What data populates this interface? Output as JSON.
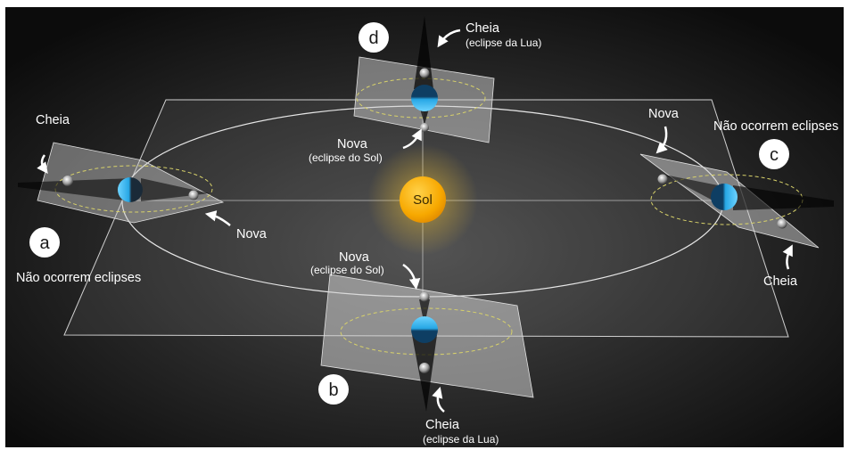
{
  "colors": {
    "background_center": "#4a4a4a",
    "background_edge": "#0c0c0c",
    "plane_fill": "#bfbfbf",
    "orbit_line": "#e6e6e6",
    "lunar_orbit": "#d8d26a",
    "sun": "#f7a800",
    "earth": "#2aa9e6"
  },
  "sun": {
    "label": "Sol"
  },
  "positions": {
    "a": {
      "badge": "a",
      "full_label": "Cheia",
      "new_label": "Nova",
      "eclipse_note": "Não ocorrem eclipses"
    },
    "b": {
      "badge": "b",
      "new_label": "Nova",
      "new_sub": "(eclipse do Sol)",
      "full_label": "Cheia",
      "full_sub": "(eclipse da Lua)"
    },
    "c": {
      "badge": "c",
      "new_label": "Nova",
      "full_label": "Cheia",
      "eclipse_note": "Não ocorrem eclipses"
    },
    "d": {
      "badge": "d",
      "full_label": "Cheia",
      "full_sub": "(eclipse da Lua)",
      "new_label": "Nova",
      "new_sub": "(eclipse do Sol)"
    }
  }
}
